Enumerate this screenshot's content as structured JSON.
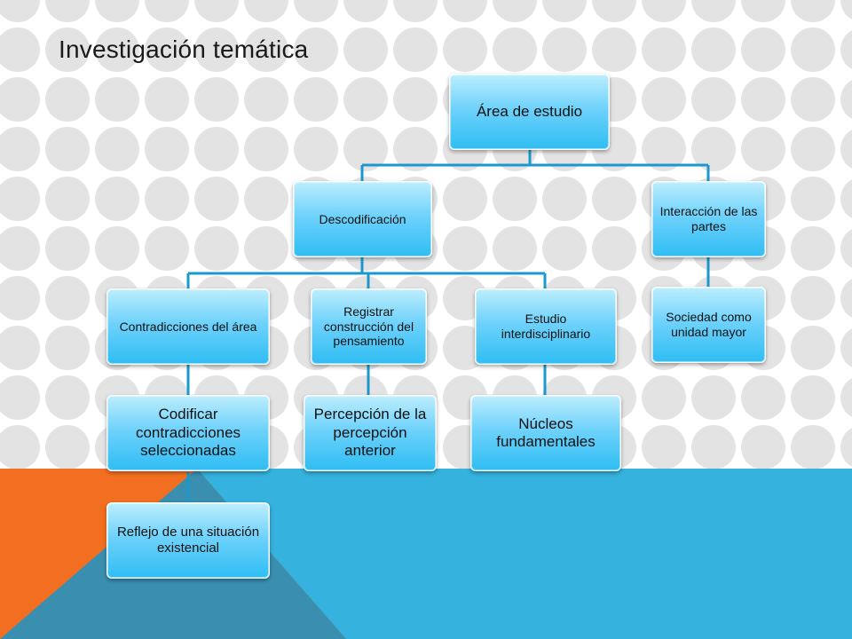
{
  "slide": {
    "title": "Investigación temática",
    "colors": {
      "dot": "#e3e3e3",
      "orange": "#f26f21",
      "blue": "#35b2de",
      "teal": "#3a8fb0",
      "connector": "#1c98cf"
    }
  },
  "diagram": {
    "root": "Área de estudio",
    "descodificacion": "Descodificación",
    "interaccion": "Interacción de las partes",
    "sociedad": "Sociedad como unidad mayor",
    "contradicciones": "Contradicciones del área",
    "registrar": "Registrar construcción del pensamiento",
    "estudio": "Estudio interdisciplinario",
    "codificar": "Codificar contradicciones seleccionadas",
    "percepcion": "Percepción de la percepción anterior",
    "nucleos": "Núcleos fundamentales",
    "reflejo": "Reflejo de una situación existencial"
  }
}
